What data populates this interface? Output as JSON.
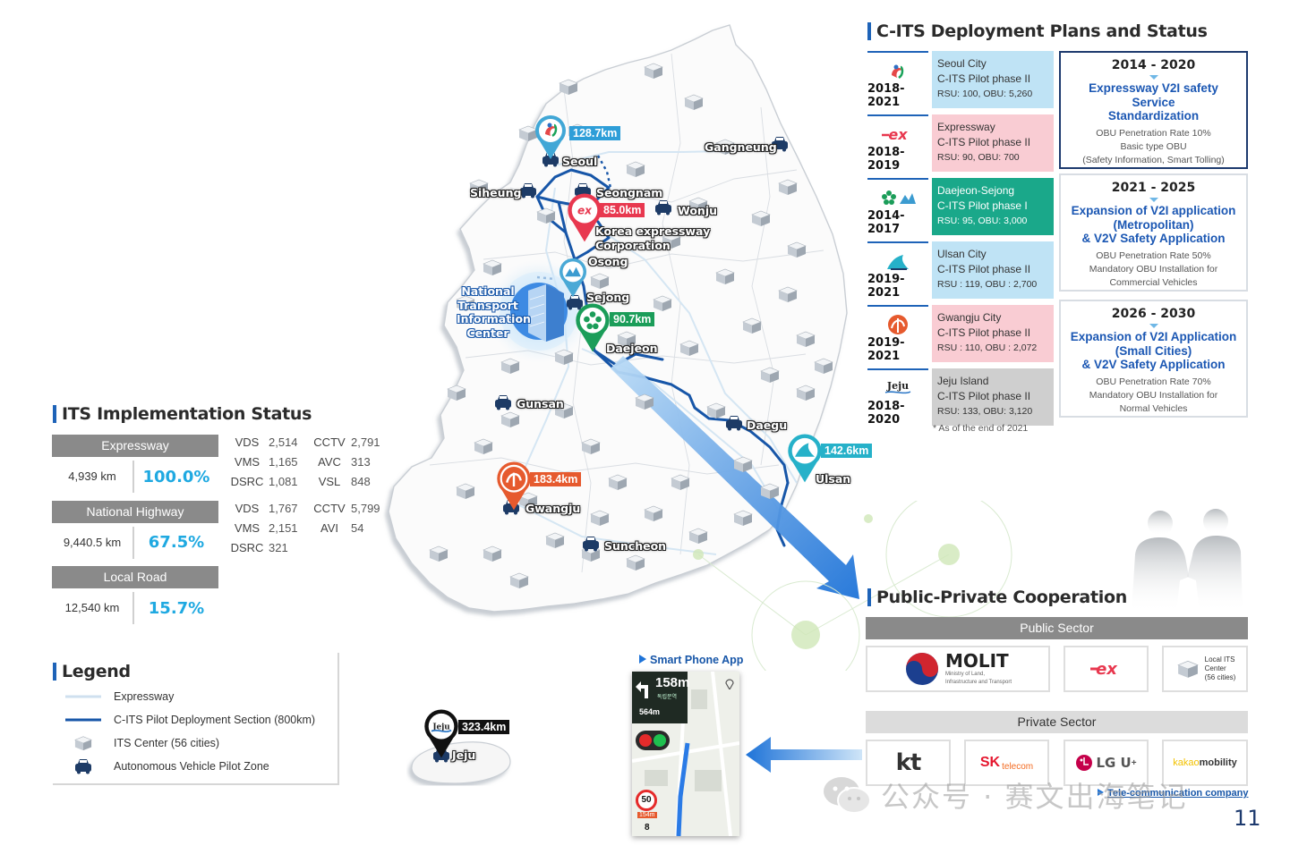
{
  "page_number": "11",
  "watermark": "公众号 · 赛文出海笔记",
  "cits": {
    "title": "C-ITS Deployment Plans and Status",
    "rows": [
      {
        "years": "2018-2021",
        "title": "Seoul City",
        "phase": "C-ITS Pilot phase II",
        "units": "RSU: 100, OBU: 5,260",
        "bg": "#bfe3f5",
        "logo": "seoul-logo-icon"
      },
      {
        "years": "2018-2019",
        "title": "Expressway",
        "phase": "C-ITS Pilot phase II",
        "units": "RSU: 90, OBU: 700",
        "bg": "#f9ccd3",
        "logo": "ex-logo-icon"
      },
      {
        "years": "2014-2017",
        "title": "Daejeon-Sejong",
        "phase": "C-ITS Pilot phase I",
        "units": "RSU: 95, OBU: 3,000",
        "bg": "#1aa88a",
        "logo": "daejeon-sejong-logo-icon"
      },
      {
        "years": "2019-2021",
        "title": "Ulsan City",
        "phase": "C-ITS Pilot phase II",
        "units": "RSU : 119, OBU : 2,700",
        "bg": "#bfe3f5",
        "logo": "ulsan-logo-icon"
      },
      {
        "years": "2019-2021",
        "title": "Gwangju City",
        "phase": "C-ITS Pilot phase II",
        "units": "RSU : 110, OBU : 2,072",
        "bg": "#f9ccd3",
        "logo": "gwangju-logo-icon"
      },
      {
        "years": "2018-2020",
        "title": "Jeju Island",
        "phase": "C-ITS Pilot phase II",
        "units": "RSU: 133, OBU: 3,120",
        "bg": "#cfcfcf",
        "logo": "jeju-logo-icon"
      }
    ],
    "footnote": "* As of the end of 2021",
    "plans": [
      {
        "years": "2014 - 2020",
        "main": [
          "Expressway V2I safety",
          "Service",
          "Standardization"
        ],
        "sub": [
          "OBU Penetration Rate 10%",
          "Basic type OBU",
          "(Safety Information, Smart Tolling)"
        ]
      },
      {
        "years": "2021 - 2025",
        "main": [
          "Expansion of V2I application",
          "(Metropolitan)",
          "& V2V Safety Application"
        ],
        "sub": [
          "OBU Penetration Rate 50%",
          "Mandatory OBU Installation for",
          "Commercial Vehicles"
        ]
      },
      {
        "years": "2026 - 2030",
        "main": [
          "Expansion of V2I Application",
          "(Small Cities)",
          "& V2V Safety Application"
        ],
        "sub": [
          "OBU Penetration Rate 70%",
          "Mandatory OBU Installation for",
          "Normal Vehicles"
        ]
      }
    ]
  },
  "its": {
    "title": "ITS Implementation Status",
    "groups": [
      {
        "name": "Expressway",
        "length": "4,939 km",
        "pct": "100.0%",
        "eq": [
          [
            "VDS",
            "2,514",
            "CCTV",
            "2,791"
          ],
          [
            "VMS",
            "1,165",
            "AVC",
            "313"
          ],
          [
            "DSRC",
            "1,081",
            "VSL",
            "848"
          ]
        ]
      },
      {
        "name": "National Highway",
        "length": "9,440.5 km",
        "pct": "67.5%",
        "eq": [
          [
            "VDS",
            "1,767",
            "CCTV",
            "5,799"
          ],
          [
            "VMS",
            "2,151",
            "AVI",
            "54"
          ],
          [
            "DSRC",
            "321",
            "",
            ""
          ]
        ]
      },
      {
        "name": "Local Road",
        "length": "12,540 km",
        "pct": "15.7%",
        "eq": []
      }
    ]
  },
  "legend": {
    "title": "Legend",
    "items": [
      "Expressway",
      "C-ITS Pilot Deployment Section (800km)",
      "ITS Center (56 cities)",
      "Autonomous Vehicle Pilot Zone"
    ]
  },
  "map": {
    "cities": {
      "seoul": "Seoul",
      "siheung": "Siheung",
      "seongnam": "Seongnam",
      "gangneung": "Gangneung",
      "wonju": "Wonju",
      "kec1": "Korea expressway",
      "kec2": "Corporation",
      "osong": "Osong",
      "sejong": "Sejong",
      "daejeon": "Daejeon",
      "gunsan": "Gunsan",
      "daegu": "Daegu",
      "ulsan": "Ulsan",
      "gwangju": "Gwangju",
      "suncheon": "Suncheon",
      "jeju": "Jeju"
    },
    "ntic": [
      "National",
      "Transport",
      "Information",
      "Center"
    ],
    "km": {
      "seoul": "128.7km",
      "expressway": "85.0km",
      "daejeon": "90.7km",
      "ulsan": "142.6km",
      "gwangju": "183.4km",
      "jeju": "323.4km"
    }
  },
  "phone": {
    "label": "Smart Phone App",
    "distance": "158m",
    "road": "독립문역",
    "sub_distance": "564m",
    "speed": "50",
    "bottom_distance": "154m",
    "bottom_num": "8"
  },
  "ppc": {
    "title": "Public-Private Cooperation",
    "public_label": "Public Sector",
    "private_label": "Private Sector",
    "molit": "MOLIT",
    "molit_sub1": "Ministry of Land,",
    "molit_sub2": "Infrastructure and Transport",
    "local_its": [
      "Local ITS",
      "Center",
      "(56 cities)"
    ],
    "kt": "kt",
    "sk": "SK",
    "sk_sub": "telecom",
    "lgu": "LG U",
    "lgu_plus": "+",
    "kakao1": "kakao",
    "kakao2": "mobility",
    "tele_label": "Tele-communication company"
  }
}
